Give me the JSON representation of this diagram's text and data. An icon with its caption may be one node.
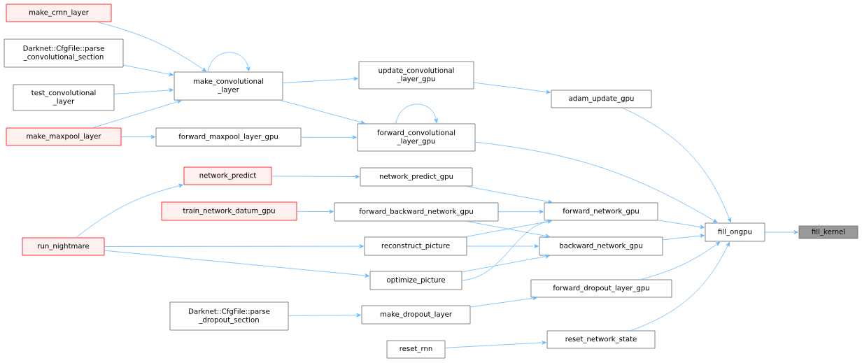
{
  "diagram": {
    "nodes": [
      {
        "text": [
          "fill_kernel"
        ]
      },
      {
        "text": [
          "fill_ongpu"
        ]
      },
      {
        "text": [
          "adam_update_gpu"
        ]
      },
      {
        "text": [
          "update_convolutional _layer_gpu"
        ]
      },
      {
        "text": [
          "make_convolutional _layer"
        ]
      },
      {
        "text": [
          "make_crnn_layer"
        ]
      },
      {
        "text": [
          "Darknet::CfgFile::parse _convolutional_section"
        ]
      },
      {
        "text": [
          "test_convolutional _layer"
        ]
      },
      {
        "text": [
          "make_maxpool_layer"
        ]
      },
      {
        "text": [
          "forward_maxpool_layer_gpu"
        ]
      },
      {
        "text": [
          "forward_convolutional _layer_gpu"
        ]
      },
      {
        "text": [
          "forward_network_gpu"
        ]
      },
      {
        "text": [
          "network_predict_gpu"
        ]
      },
      {
        "text": [
          "network_predict"
        ]
      },
      {
        "text": [
          "train_network_datum_gpu"
        ]
      },
      {
        "text": [
          "forward_backward_network_gpu"
        ]
      },
      {
        "text": [
          "backward_network_gpu"
        ]
      },
      {
        "text": [
          "reconstruct_picture"
        ]
      },
      {
        "text": [
          "run_nightmare"
        ]
      },
      {
        "text": [
          "optimize_picture"
        ]
      },
      {
        "text": [
          "forward_dropout_layer_gpu"
        ]
      },
      {
        "text": [
          "make_dropout_layer"
        ]
      },
      {
        "text": [
          "Darknet::CfgFile::parse _dropout_section"
        ]
      },
      {
        "text": [
          "reset_network_state"
        ]
      },
      {
        "text": [
          "reset_rnn"
        ]
      }
    ],
    "edges": [
      {
        "from": 1,
        "to": 0,
        "arrow": "to"
      },
      {
        "from": 2,
        "to": 1,
        "arrow": "to"
      },
      {
        "from": 3,
        "to": 2,
        "arrow": "to"
      },
      {
        "from": 4,
        "to": 3,
        "arrow": "to"
      },
      {
        "from": 4,
        "to": 4,
        "arrow": "to"
      },
      {
        "from": 5,
        "to": 4,
        "arrow": "to"
      },
      {
        "from": 6,
        "to": 4,
        "arrow": "to"
      },
      {
        "from": 7,
        "to": 4,
        "arrow": "to"
      },
      {
        "from": 8,
        "to": 4,
        "arrow": "to"
      },
      {
        "from": 8,
        "to": 9,
        "arrow": "to"
      },
      {
        "from": 9,
        "to": 10,
        "arrow": "to"
      },
      {
        "from": 4,
        "to": 10,
        "arrow": "to"
      },
      {
        "from": 10,
        "to": 10,
        "arrow": "to"
      },
      {
        "from": 10,
        "to": 1,
        "arrow": "to"
      },
      {
        "from": 13,
        "to": 12,
        "arrow": "to"
      },
      {
        "from": 12,
        "to": 11,
        "arrow": "to"
      },
      {
        "from": 14,
        "to": 15,
        "arrow": "to"
      },
      {
        "from": 15,
        "to": 11,
        "arrow": "to"
      },
      {
        "from": 15,
        "to": 16,
        "arrow": "to"
      },
      {
        "from": 17,
        "to": 11,
        "arrow": "to"
      },
      {
        "from": 17,
        "to": 16,
        "arrow": "to"
      },
      {
        "from": 19,
        "to": 11,
        "arrow": "to"
      },
      {
        "from": 19,
        "to": 16,
        "arrow": "to"
      },
      {
        "from": 18,
        "to": 13,
        "arrow": "to"
      },
      {
        "from": 18,
        "to": 17,
        "arrow": "to"
      },
      {
        "from": 18,
        "to": 19,
        "arrow": "to"
      },
      {
        "from": 11,
        "to": 1,
        "arrow": "to"
      },
      {
        "from": 16,
        "to": 1,
        "arrow": "to"
      },
      {
        "from": 20,
        "to": 1,
        "arrow": "to"
      },
      {
        "from": 21,
        "to": 20,
        "arrow": "to"
      },
      {
        "from": 22,
        "to": 21,
        "arrow": "to"
      },
      {
        "from": 23,
        "to": 1,
        "arrow": "to"
      },
      {
        "from": 24,
        "to": 23,
        "arrow": "to"
      }
    ]
  }
}
